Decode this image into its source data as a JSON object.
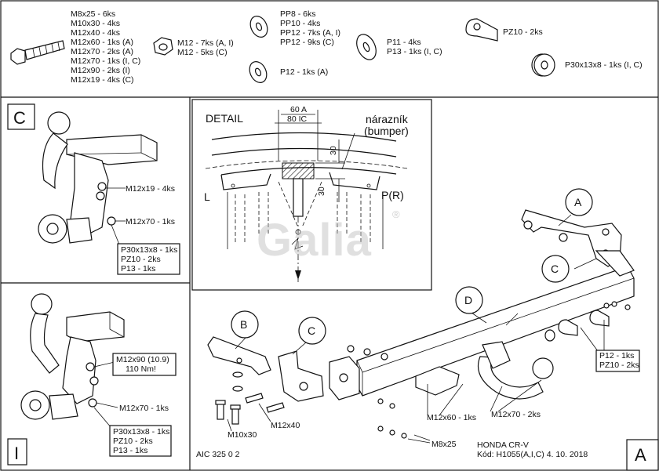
{
  "parts_header": {
    "bolts": [
      "M8x25 - 6ks",
      "M10x30 - 4ks",
      "M12x40 - 4ks",
      "M12x60 - 1ks (A)",
      "M12x70 - 2ks (A)",
      "M12x70 - 1ks (I, C)",
      "M12x90 - 2ks (I)",
      "M12x19 - 4ks (C)"
    ],
    "nuts": [
      "M12 - 7ks (A, I)",
      "M12 - 5ks (C)"
    ],
    "washers_pp": [
      "PP8 - 6ks",
      "PP10 - 4ks",
      "PP12 - 7ks (A, I)",
      "PP12 - 9ks (C)"
    ],
    "washer_p12": "P12 - 1ks (A)",
    "washers_p": [
      "P11 - 4ks",
      "P13 - 1ks (I, C)"
    ],
    "pz10": "PZ10 - 2ks",
    "p30": "P30x13x8 - 1ks (I, C)"
  },
  "panel_c": {
    "letter": "C",
    "label_bolt1": "M12x19 - 4ks",
    "label_bolt2": "M12x70 - 1ks",
    "box": [
      "P30x13x8 - 1ks",
      "PZ10 - 2ks",
      "P13 - 1ks"
    ]
  },
  "panel_i": {
    "letter": "I",
    "box_top": [
      "M12x90 (10.9)",
      "110 Nm!"
    ],
    "label_bolt": "M12x70 - 1ks",
    "box": [
      "P30x13x8 - 1ks",
      "PZ10 - 2ks",
      "P13 - 1ks"
    ]
  },
  "detail": {
    "title": "DETAIL",
    "dim_top1": "60 A",
    "dim_top2": "80 IC",
    "bumper_cz": "nárazník",
    "bumper_en": "(bumper)",
    "dim_v1": "30",
    "dim_v2": "30",
    "left": "L",
    "right": "P(R)"
  },
  "logo": "Galia",
  "logo_mark": "®",
  "main": {
    "callout_a": "A",
    "callout_b": "B",
    "callout_c1": "C",
    "callout_c2": "C",
    "callout_d": "D",
    "right_box": [
      "P12 - 1ks",
      "PZ10 - 2ks"
    ],
    "l_m12x60": "M12x60 - 1ks",
    "l_m12x70": "M12x70 - 2ks",
    "l_m8x25": "M8x25",
    "l_m12x40": "M12x40",
    "l_m10x30": "M10x30"
  },
  "footer": {
    "aic": "AIC 325 0 2",
    "model": "HONDA CR-V",
    "code": "Kód: H1055(A,I,C)  4. 10. 2018",
    "corner": "A"
  }
}
